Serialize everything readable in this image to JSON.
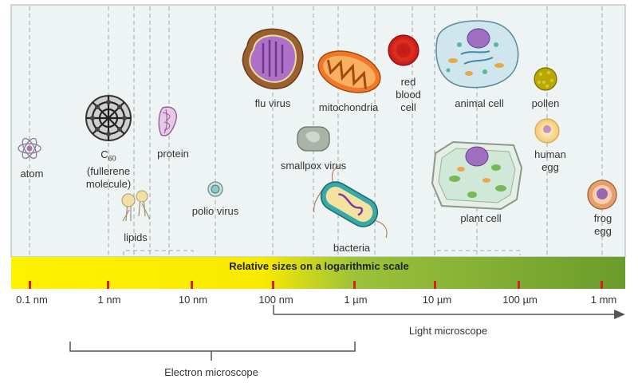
{
  "scale": {
    "title": "Relative sizes on a logarithmic scale",
    "ticks": [
      "0.1 nm",
      "1 nm",
      "10 nm",
      "100 nm",
      "1 µm",
      "10 µm",
      "100 µm",
      "1 mm"
    ]
  },
  "objects": {
    "atom": "atom",
    "fullerene_c": "C",
    "fullerene_sub": "60",
    "fullerene_line2": "(fullerene",
    "fullerene_line3": "molecule)",
    "lipids": "lipids",
    "protein": "protein",
    "polio_virus": "polio virus",
    "flu_virus": "flu virus",
    "smallpox_virus": "smallpox virus",
    "mitochondria": "mitochondria",
    "bacteria": "bacteria",
    "red_blood_cell_1": "red",
    "red_blood_cell_2": "blood",
    "red_blood_cell_3": "cell",
    "animal_cell": "animal cell",
    "plant_cell": "plant cell",
    "pollen": "pollen",
    "human_egg_1": "human",
    "human_egg_2": "egg",
    "frog_egg_1": "frog",
    "frog_egg_2": "egg"
  },
  "ranges": {
    "light_microscope": "Light microscope",
    "electron_microscope": "Electron microscope"
  },
  "colors": {
    "panel_bg": "#eef4f4",
    "bar_yellow": "#ffee00",
    "bar_green": "#78a83a",
    "tick_red": "#d8201c"
  }
}
